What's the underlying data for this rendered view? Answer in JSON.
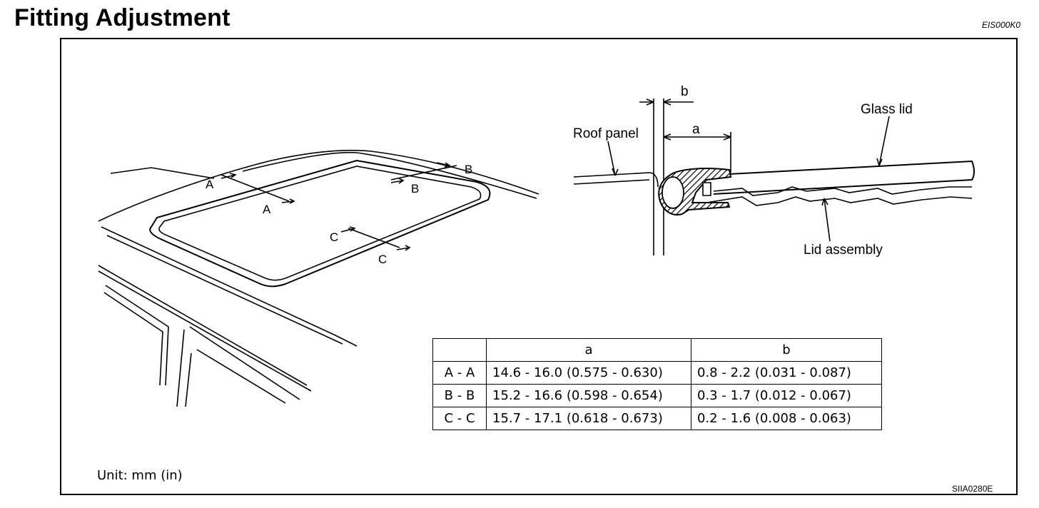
{
  "page": {
    "title": "Fitting Adjustment",
    "doc_code": "EIS000K0"
  },
  "figure": {
    "section_labels": {
      "a1": "A",
      "a2": "A",
      "b1": "B",
      "b2": "B",
      "c1": "C",
      "c2": "C"
    },
    "callouts": {
      "roof_panel": "Roof panel",
      "glass_lid": "Glass lid",
      "lid_assembly": "Lid assembly",
      "dim_a": "a",
      "dim_b": "b"
    },
    "unit_note": "Unit: mm (in)",
    "figure_code": "SIIA0280E"
  },
  "spec_table": {
    "headers": [
      "",
      "a",
      "b"
    ],
    "rows": [
      {
        "section": "A - A",
        "a": "14.6 - 16.0 (0.575 - 0.630)",
        "b": "0.8 - 2.2 (0.031 - 0.087)"
      },
      {
        "section": "B - B",
        "a": "15.2 - 16.6 (0.598 - 0.654)",
        "b": "0.3 - 1.7 (0.012 - 0.067)"
      },
      {
        "section": "C - C",
        "a": "15.7 - 17.1 (0.618 - 0.673)",
        "b": "0.2 - 1.6 (0.008 - 0.063)"
      }
    ]
  }
}
